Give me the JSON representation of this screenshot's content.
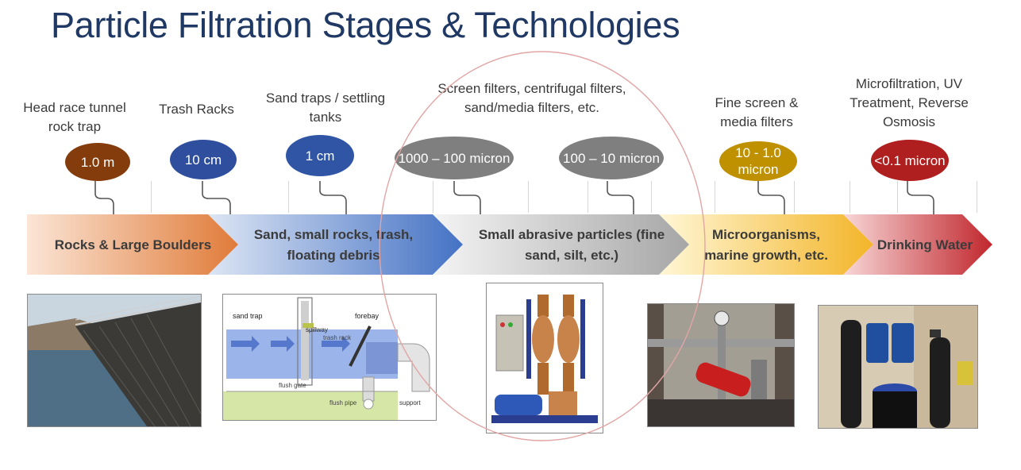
{
  "title": "Particle Filtration Stages & Technologies",
  "stages": [
    {
      "label": "Head race tunnel rock trap",
      "size": "1.0 m",
      "color": "#843c0c"
    },
    {
      "label": "Trash Racks",
      "size": "10 cm",
      "color": "#2f4f9e"
    },
    {
      "label": "Sand traps / settling tanks",
      "size": "1 cm",
      "color": "#2f55a4"
    },
    {
      "label": "Screen filters, centrifugal filters, sand/media filters, etc.",
      "size": "1000 – 100 micron",
      "color": "#7f7f7f"
    },
    {
      "label": "",
      "size": "100 – 10 micron",
      "color": "#7f7f7f"
    },
    {
      "label": "Fine screen & media filters",
      "size": "10 - 1.0 micron",
      "color": "#bf9000"
    },
    {
      "label": "Microfiltration, UV Treatment, Reverse Osmosis",
      "size": "<0.1 micron",
      "color": "#b01f1f"
    }
  ],
  "arrow_segments": [
    {
      "label": "Rocks & Large Boulders"
    },
    {
      "label": "Sand, small rocks, trash, floating debris"
    },
    {
      "label": "Small abrasive particles (fine sand, silt, etc.)"
    },
    {
      "label": "Microorganisms, marine growth, etc."
    },
    {
      "label": "Drinking Water"
    }
  ],
  "diagram": {
    "sand_trap": "sand trap",
    "spillway": "spillway",
    "forebay": "forebay",
    "trash_rack": "trash rack",
    "flush_gate": "flush gate",
    "flush_pipe": "flush pipe",
    "support": "support"
  },
  "photos": [
    "rock trap wall photo",
    "centrifugal filter unit photo",
    "red filter housing photo",
    "water filtration system photo"
  ]
}
